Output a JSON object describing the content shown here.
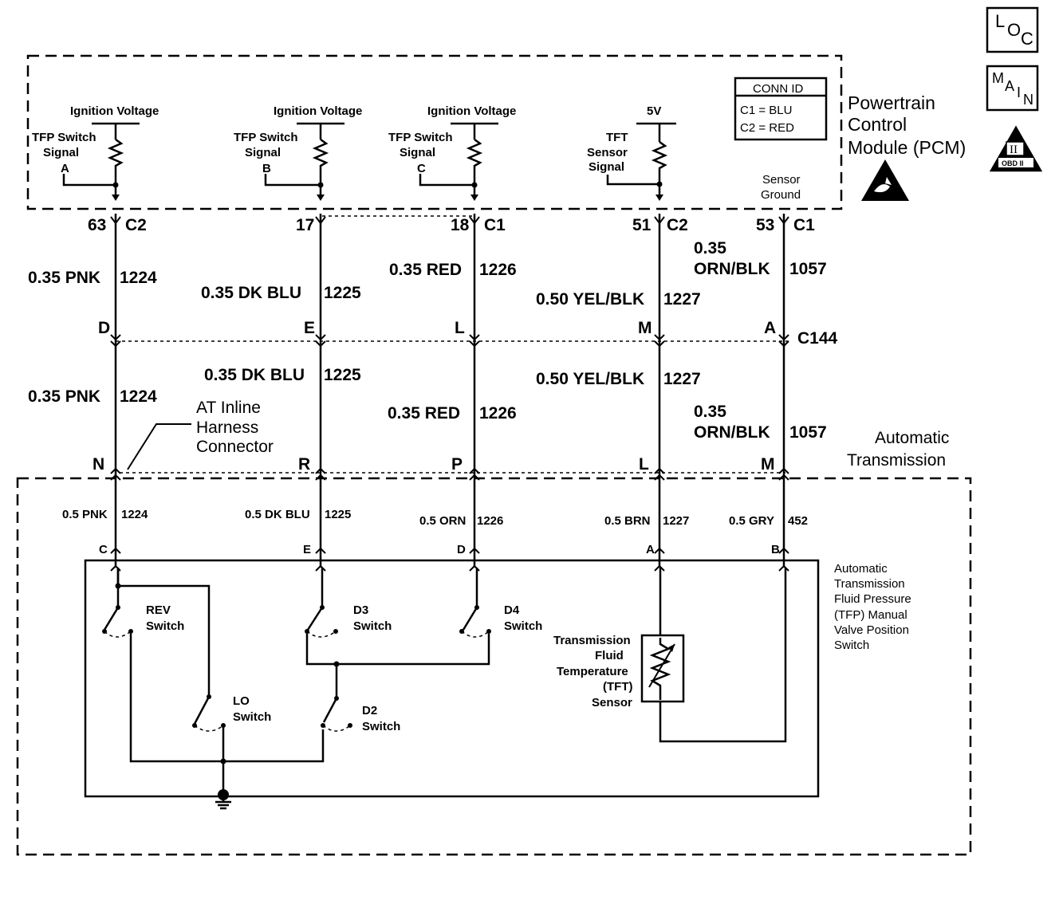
{
  "pcm": {
    "title": [
      "Powertrain",
      "Control",
      "Module (PCM)"
    ],
    "conn_id": {
      "title": "CONN ID",
      "c1": "C1 = BLU",
      "c2": "C2 = RED"
    },
    "ign_voltage": "Ignition Voltage",
    "tfp_signal": [
      "TFP Switch",
      "Signal"
    ],
    "tfp_letters": [
      "A",
      "B",
      "C"
    ],
    "tft_signal": [
      "TFT",
      "Sensor",
      "Signal"
    ],
    "five_v": "5V",
    "sensor_ground": [
      "Sensor",
      "Ground"
    ]
  },
  "side_icons": {
    "loc": [
      "L",
      "O",
      "C"
    ],
    "main": [
      "M",
      "A",
      "I",
      "N"
    ],
    "obd": [
      "II",
      "OBD II"
    ]
  },
  "pins": {
    "pcm_pins": [
      "63",
      "17",
      "18",
      "51",
      "53"
    ],
    "pcm_conns": [
      "C2",
      "",
      "C1",
      "C2",
      "C1"
    ],
    "c144_pins": [
      "D",
      "E",
      "L",
      "M",
      "A"
    ],
    "c144_label": "C144",
    "inline_pins": [
      "N",
      "R",
      "P",
      "L",
      "M"
    ],
    "switch_pins": [
      "C",
      "E",
      "D",
      "A",
      "B"
    ]
  },
  "wires": {
    "upper": [
      "0.35 PNK",
      "0.35 DK BLU",
      "0.35 RED",
      "0.50 YEL/BLK",
      "0.35",
      "ORN/BLK"
    ],
    "upper_circ": [
      "1224",
      "1225",
      "1226",
      "1227",
      "1057"
    ],
    "middle": [
      "0.35 PNK",
      "0.35 DK BLU",
      "0.35 RED",
      "0.50 YEL/BLK",
      "0.35",
      "ORN/BLK"
    ],
    "middle_circ": [
      "1224",
      "1225",
      "1226",
      "1227",
      "1057"
    ],
    "lower": [
      "0.5 PNK",
      "0.5 DK BLU",
      "0.5 ORN",
      "0.5 BRN",
      "0.5 GRY"
    ],
    "lower_circ": [
      "1224",
      "1225",
      "1226",
      "1227",
      "452"
    ]
  },
  "trans": {
    "at_inline": [
      "AT Inline",
      "Harness",
      "Connector"
    ],
    "auto_trans": [
      "Automatic",
      "Transmission"
    ],
    "tfp_desc": [
      "Automatic",
      "Transmission",
      "Fluid Pressure",
      "(TFP) Manual",
      "Valve Position",
      "Switch"
    ],
    "switches": {
      "rev": [
        "REV",
        "Switch"
      ],
      "d3": [
        "D3",
        "Switch"
      ],
      "d4": [
        "D4",
        "Switch"
      ],
      "lo": [
        "LO",
        "Switch"
      ],
      "d2": [
        "D2",
        "Switch"
      ]
    },
    "tft_sensor": [
      "Transmission",
      "Fluid",
      "Temperature",
      "(TFT)",
      "Sensor"
    ]
  }
}
